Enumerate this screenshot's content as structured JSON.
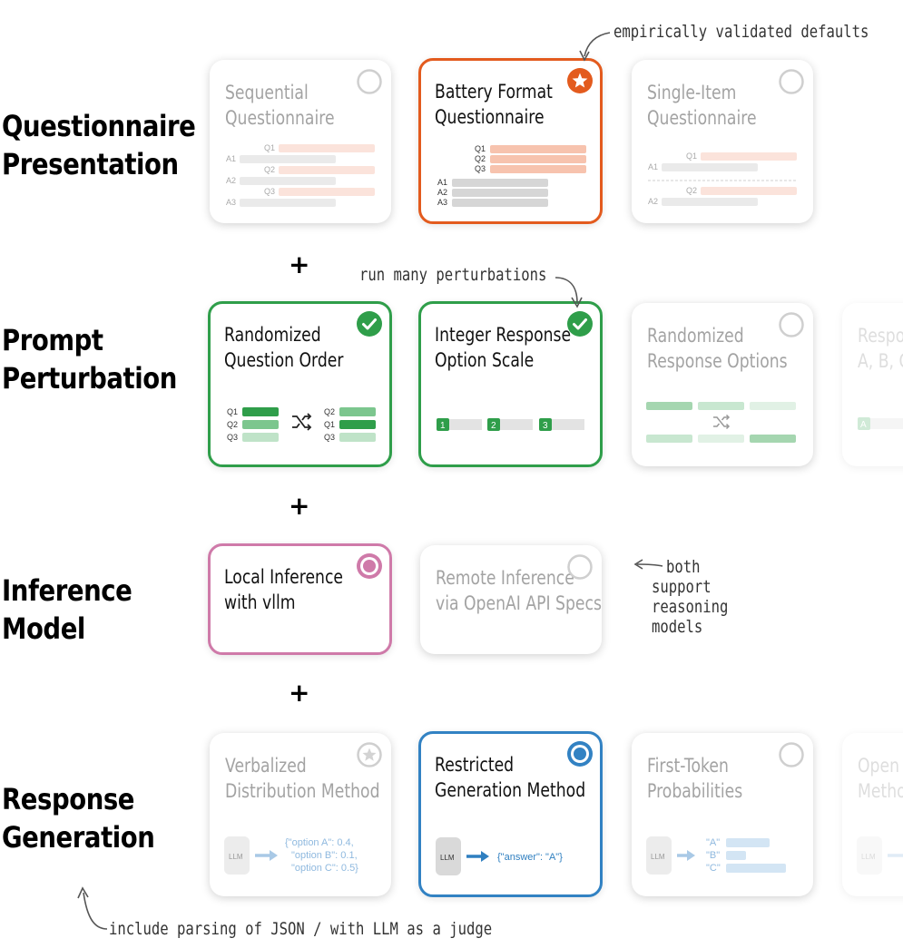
{
  "rows": [
    {
      "label_line1": "Questionnaire",
      "label_line2": "Presentation"
    },
    {
      "label_line1": "Prompt",
      "label_line2": "Perturbation"
    },
    {
      "label_line1": "Inference",
      "label_line2": "Model"
    },
    {
      "label_line1": "Response",
      "label_line2": "Generation"
    }
  ],
  "plus": "+",
  "cards": {
    "sequential": {
      "line1": "Sequential",
      "line2": "Questionnaire"
    },
    "battery": {
      "line1": "Battery Format",
      "line2": "Questionnaire"
    },
    "single_item": {
      "line1": "Single-Item",
      "line2": "Questionnaire"
    },
    "randomized_order": {
      "line1": "Randomized",
      "line2": "Question Order"
    },
    "integer_scale": {
      "line1": "Integer Response",
      "line2": "Option Scale"
    },
    "randomized_options": {
      "line1": "Randomized",
      "line2": "Response Options"
    },
    "response_letters": {
      "line1": "Respo",
      "line2": "A, B, C"
    },
    "local_inference": {
      "line1": "Local Inference",
      "line2": "with vllm"
    },
    "remote_inference": {
      "line1": "Remote Inference",
      "line2": "via OpenAI API Specs"
    },
    "verbalized": {
      "line1": "Verbalized",
      "line2": "Distribution Method"
    },
    "restricted": {
      "line1": "Restricted",
      "line2": "Generation Method"
    },
    "first_token": {
      "line1": "First-Token",
      "line2": "Probabilities"
    },
    "open": {
      "line1": "Open",
      "line2": "Metho"
    }
  },
  "mini_labels": {
    "q1": "Q1",
    "q2": "Q2",
    "q3": "Q3",
    "a1": "A1",
    "a2": "A2",
    "a3": "A3",
    "n1": "1",
    "n2": "2",
    "n3": "3",
    "letter_a": "A",
    "llm": "LLM",
    "verbalized_json_1": "{\"option A\": 0.4,",
    "verbalized_json_2": "\"option B\": 0.1,",
    "verbalized_json_3": "\"option C\": 0.5}",
    "restricted_json": "{\"answer\": \"A\"}",
    "tok_a": "\"A\"",
    "tok_b": "\"B\"",
    "tok_c": "\"C\""
  },
  "annotations": {
    "defaults": "empirically validated defaults",
    "perturbations": "run many perturbations",
    "reasoning_1": "both",
    "reasoning_2": "support",
    "reasoning_3": "reasoning",
    "reasoning_4": "models",
    "parsing": "include parsing of JSON / with LLM as a judge"
  },
  "colors": {
    "orange": "#e35b1e",
    "green": "#2f9e4a",
    "pink": "#cf7aa9",
    "blue": "#3282c3",
    "grey": "#cccccc"
  },
  "icons": {
    "battery": "star-icon",
    "perturbation": "check-icon",
    "inference": "radio-selected-icon",
    "generation": "radio-selected-icon",
    "unselected": "radio-empty-icon",
    "verbalized": "star-outline-icon"
  }
}
